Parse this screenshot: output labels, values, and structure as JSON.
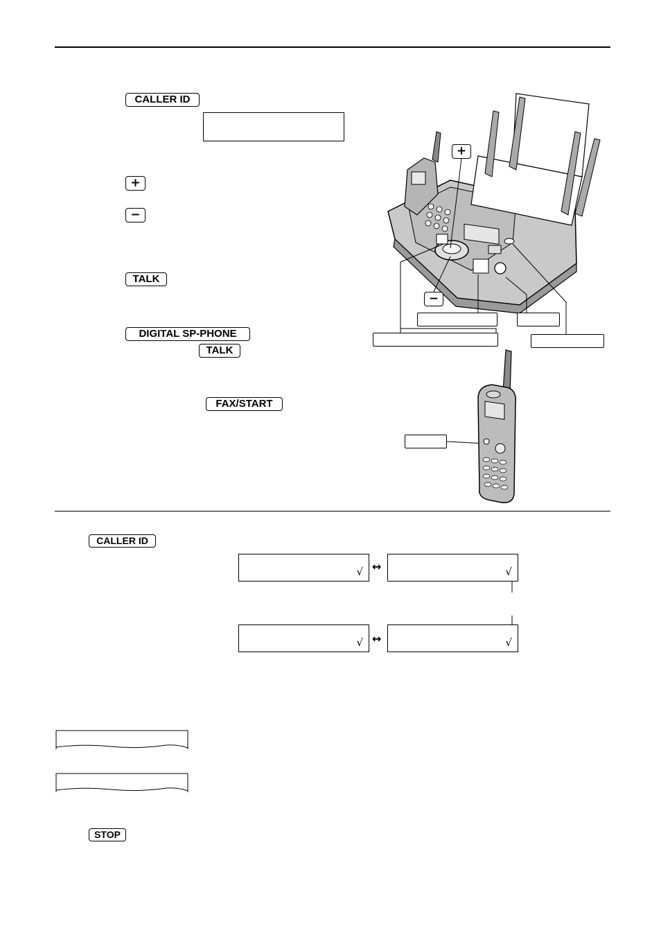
{
  "keys": {
    "caller_id_top": "CALLER ID",
    "plus": "+",
    "minus": "−",
    "talk_1": "TALK",
    "digital_sp_phone": "DIGITAL SP-PHONE",
    "talk_2": "TALK",
    "fax_start": "FAX/START",
    "caller_id_bottom": "CALLER ID",
    "stop": "STOP"
  },
  "diagram": {
    "plus_label": "+",
    "minus_label": "−"
  },
  "lcd_marks": {
    "check_1": "√",
    "check_2": "√",
    "check_3": "√",
    "check_4": "√",
    "arrow_1": "↔",
    "arrow_2": "↔"
  }
}
